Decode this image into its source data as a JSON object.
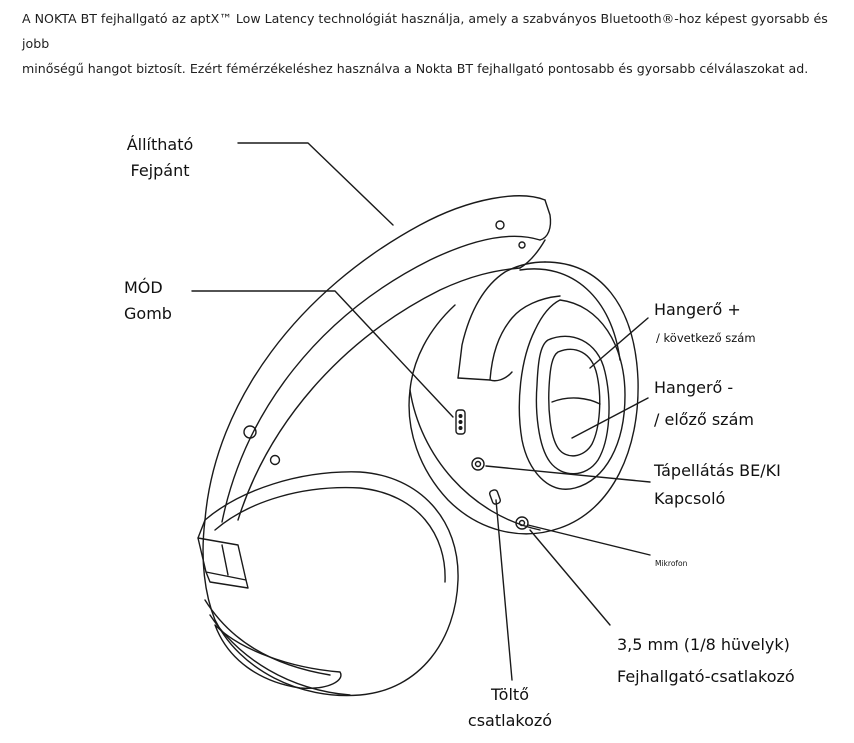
{
  "intro": {
    "line1": "A NOKTA BT fejhallgató az aptX™ Low Latency technológiát használja, amely a szabványos Bluetooth®-hoz képest gyorsabb és jobb",
    "line2": "minőségű hangot biztosít. Ezért fémérzékeléshez használva a Nokta BT fejhallgató pontosabb és gyorsabb célválaszokat ad."
  },
  "labels": {
    "headband_1": "Állítható",
    "headband_2": "Fejpánt",
    "mode_1": "MÓD",
    "mode_2": "Gomb",
    "volup_1": "Hangerő +",
    "volup_2": "/ következő szám",
    "voldown_1": "Hangerő -",
    "voldown_2": "/ előző szám",
    "power_1": "Tápellátás BE/KI",
    "power_2": "Kapcsoló",
    "mic": "Mikrofon",
    "jack_1": "3,5 mm (1/8 hüvelyk)",
    "jack_2": "Fejhallgató-csatlakozó",
    "charge_1": "Töltő",
    "charge_2": "csatlakozó"
  }
}
